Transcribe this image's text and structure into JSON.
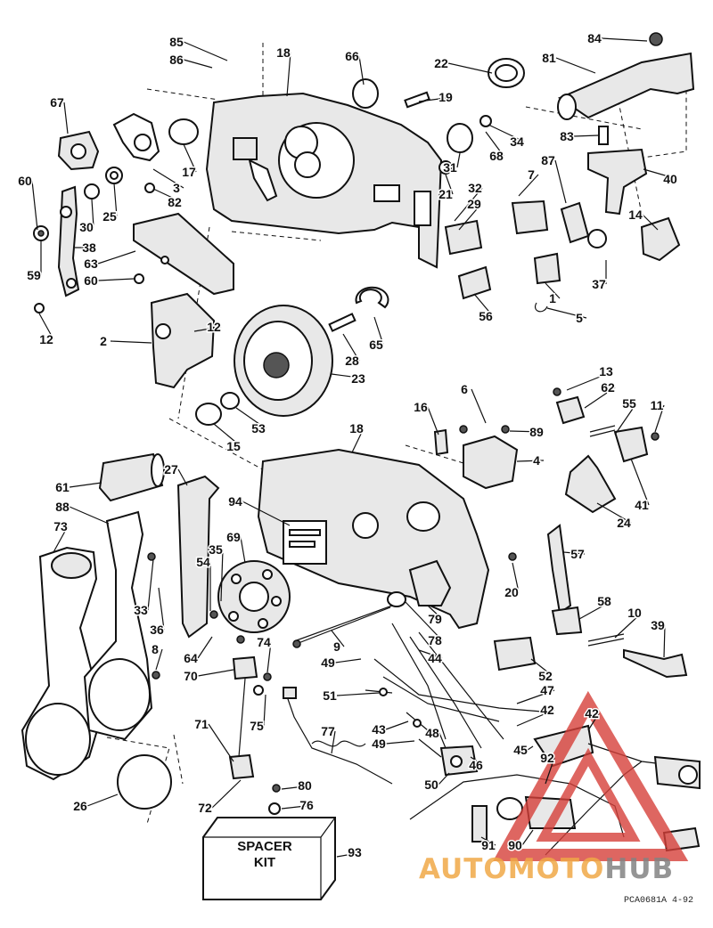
{
  "diagram": {
    "footer_code": "PCA0681A   4-92",
    "spacer_kit": {
      "line1": "SPACER",
      "line2": "KIT"
    },
    "watermark": {
      "brand_part1": "AUTOMOTO",
      "brand_part2": "HUB",
      "logo_icon": "triangle-logo-icon",
      "colors": {
        "red": "#d6403a",
        "orange": "#f0a846",
        "gray": "#828282"
      }
    },
    "callouts": [
      {
        "id": "c85",
        "n": "85"
      },
      {
        "id": "c86",
        "n": "86"
      },
      {
        "id": "c18a",
        "n": "18"
      },
      {
        "id": "c66",
        "n": "66"
      },
      {
        "id": "c22",
        "n": "22"
      },
      {
        "id": "c84",
        "n": "84"
      },
      {
        "id": "c81",
        "n": "81"
      },
      {
        "id": "c67",
        "n": "67"
      },
      {
        "id": "c19",
        "n": "19"
      },
      {
        "id": "c83",
        "n": "83"
      },
      {
        "id": "c34",
        "n": "34"
      },
      {
        "id": "c68",
        "n": "68"
      },
      {
        "id": "c87",
        "n": "87"
      },
      {
        "id": "c40",
        "n": "40"
      },
      {
        "id": "c17",
        "n": "17"
      },
      {
        "id": "c3",
        "n": "3"
      },
      {
        "id": "c82",
        "n": "82"
      },
      {
        "id": "c60a",
        "n": "60"
      },
      {
        "id": "c30",
        "n": "30"
      },
      {
        "id": "c25",
        "n": "25"
      },
      {
        "id": "c31",
        "n": "31"
      },
      {
        "id": "c7",
        "n": "7"
      },
      {
        "id": "c21",
        "n": "21"
      },
      {
        "id": "c32",
        "n": "32"
      },
      {
        "id": "c29",
        "n": "29"
      },
      {
        "id": "c14",
        "n": "14"
      },
      {
        "id": "c38",
        "n": "38"
      },
      {
        "id": "c59",
        "n": "59"
      },
      {
        "id": "c63",
        "n": "63"
      },
      {
        "id": "c60b",
        "n": "60"
      },
      {
        "id": "c37",
        "n": "37"
      },
      {
        "id": "c1",
        "n": "1"
      },
      {
        "id": "c56",
        "n": "56"
      },
      {
        "id": "c5",
        "n": "5"
      },
      {
        "id": "c12a",
        "n": "12"
      },
      {
        "id": "c12b",
        "n": "12"
      },
      {
        "id": "c65",
        "n": "65"
      },
      {
        "id": "c2",
        "n": "2"
      },
      {
        "id": "c28",
        "n": "28"
      },
      {
        "id": "c23",
        "n": "23"
      },
      {
        "id": "c13",
        "n": "13"
      },
      {
        "id": "c62",
        "n": "62"
      },
      {
        "id": "c6",
        "n": "6"
      },
      {
        "id": "c16",
        "n": "16"
      },
      {
        "id": "c55",
        "n": "55"
      },
      {
        "id": "c11",
        "n": "11"
      },
      {
        "id": "c15",
        "n": "15"
      },
      {
        "id": "c53",
        "n": "53"
      },
      {
        "id": "c18b",
        "n": "18"
      },
      {
        "id": "c89",
        "n": "89"
      },
      {
        "id": "c4",
        "n": "4"
      },
      {
        "id": "c27",
        "n": "27"
      },
      {
        "id": "c61",
        "n": "61"
      },
      {
        "id": "c94",
        "n": "94"
      },
      {
        "id": "c41",
        "n": "41"
      },
      {
        "id": "c24",
        "n": "24"
      },
      {
        "id": "c88",
        "n": "88"
      },
      {
        "id": "c73",
        "n": "73"
      },
      {
        "id": "c69",
        "n": "69"
      },
      {
        "id": "c35",
        "n": "35"
      },
      {
        "id": "c57",
        "n": "57"
      },
      {
        "id": "c54",
        "n": "54"
      },
      {
        "id": "c20",
        "n": "20"
      },
      {
        "id": "c33",
        "n": "33"
      },
      {
        "id": "c79",
        "n": "79"
      },
      {
        "id": "c58",
        "n": "58"
      },
      {
        "id": "c10",
        "n": "10"
      },
      {
        "id": "c39",
        "n": "39"
      },
      {
        "id": "c36",
        "n": "36"
      },
      {
        "id": "c9",
        "n": "9"
      },
      {
        "id": "c78",
        "n": "78"
      },
      {
        "id": "c64",
        "n": "64"
      },
      {
        "id": "c74",
        "n": "74"
      },
      {
        "id": "c44",
        "n": "44"
      },
      {
        "id": "c49a",
        "n": "49"
      },
      {
        "id": "c52",
        "n": "52"
      },
      {
        "id": "c8",
        "n": "8"
      },
      {
        "id": "c70",
        "n": "70"
      },
      {
        "id": "c47",
        "n": "47"
      },
      {
        "id": "c51",
        "n": "51"
      },
      {
        "id": "c42a",
        "n": "42"
      },
      {
        "id": "c42b",
        "n": "42"
      },
      {
        "id": "c75",
        "n": "75"
      },
      {
        "id": "c71",
        "n": "71"
      },
      {
        "id": "c43",
        "n": "43"
      },
      {
        "id": "c49b",
        "n": "49"
      },
      {
        "id": "c48",
        "n": "48"
      },
      {
        "id": "c77",
        "n": "77"
      },
      {
        "id": "c45",
        "n": "45"
      },
      {
        "id": "c92",
        "n": "92"
      },
      {
        "id": "c46",
        "n": "46"
      },
      {
        "id": "c50",
        "n": "50"
      },
      {
        "id": "c80",
        "n": "80"
      },
      {
        "id": "c26",
        "n": "26"
      },
      {
        "id": "c76",
        "n": "76"
      },
      {
        "id": "c72",
        "n": "72"
      },
      {
        "id": "c91",
        "n": "91"
      },
      {
        "id": "c90",
        "n": "90"
      },
      {
        "id": "c93",
        "n": "93"
      }
    ]
  }
}
